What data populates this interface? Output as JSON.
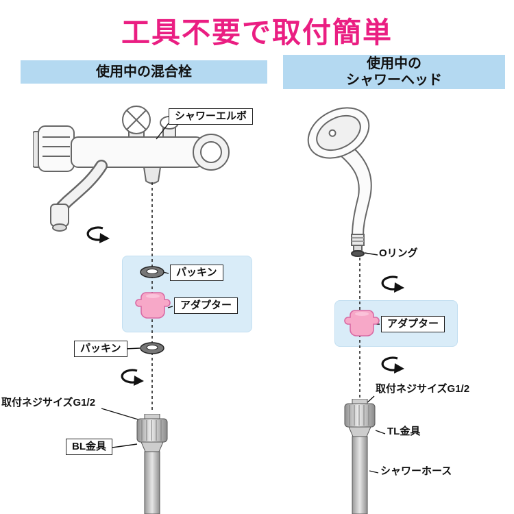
{
  "title": "工具不要で取付簡単",
  "columns": {
    "left": {
      "header": "使用中の混合栓",
      "labels": {
        "shower_elbow": "シャワーエルボ",
        "packing_top": "パッキン",
        "adapter": "アダプター",
        "packing_bottom": "パッキン",
        "screw_size": "取付ネジサイズG1/2",
        "fitting": "BL金具"
      }
    },
    "right": {
      "header_line1": "使用中の",
      "header_line2": "シャワーヘッド",
      "labels": {
        "o_ring": "Oリング",
        "adapter": "アダプター",
        "screw_size": "取付ネジサイズG1/2",
        "fitting": "TL金具",
        "hose": "シャワーホース"
      }
    }
  },
  "icons": {
    "rotate_arrow": "circular-rotate-arrow"
  },
  "colors": {
    "title_pink": "#ea1e82",
    "header_blue": "#b4d9f1",
    "panel_blue": "#d9ecf8",
    "adapter_pink": "#f7a8c8",
    "line_black": "#222222"
  }
}
